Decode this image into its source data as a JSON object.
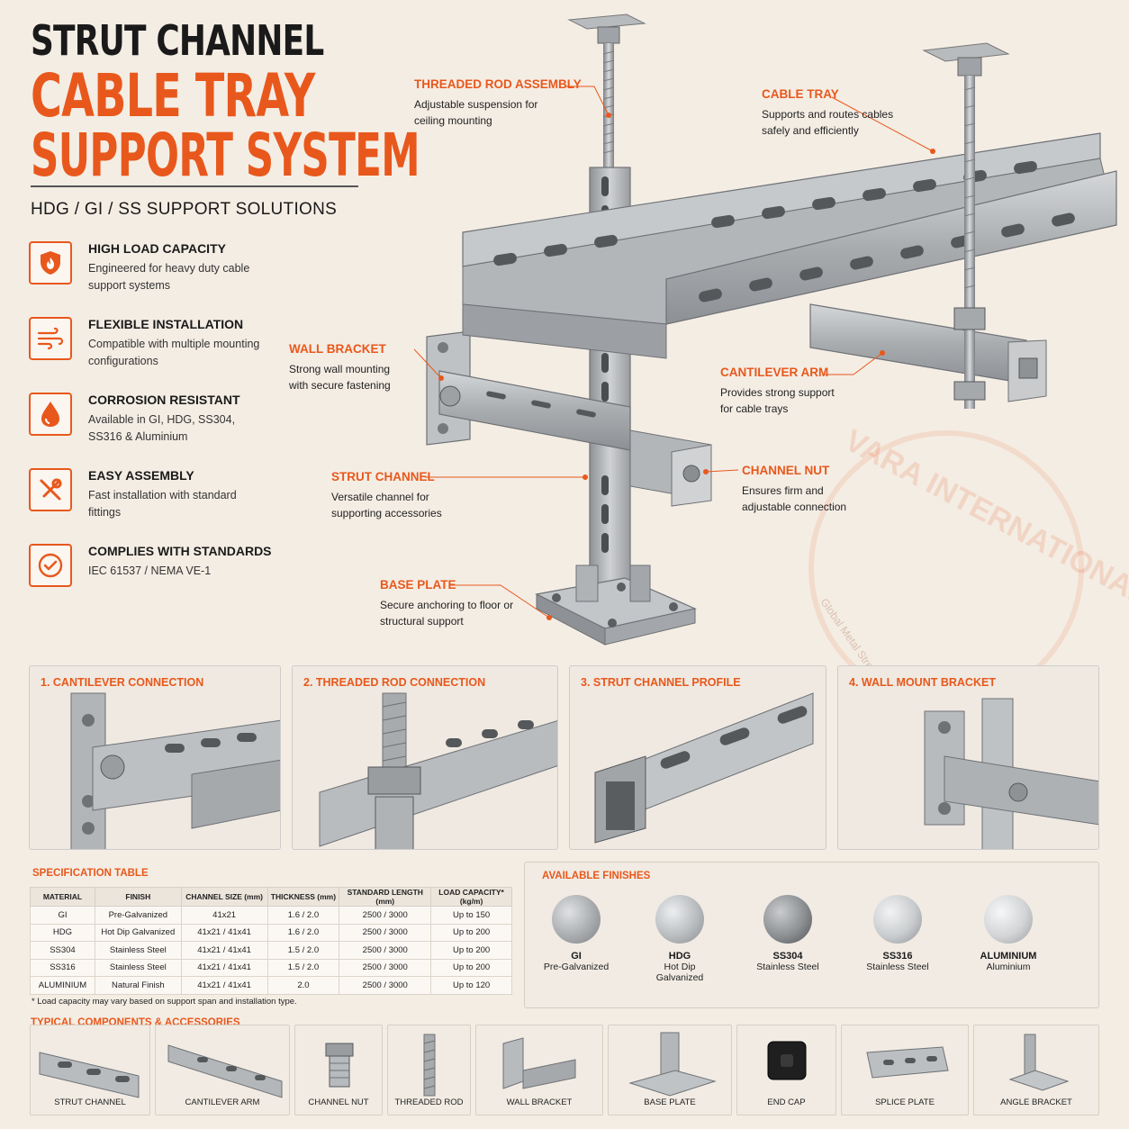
{
  "header": {
    "title_line1": "STRUT CHANNEL",
    "title_line2": "CABLE TRAY",
    "title_line3": "SUPPORT SYSTEM",
    "subtitle": "HDG / GI / SS SUPPORT SOLUTIONS"
  },
  "features": [
    {
      "icon": "shield-flame-icon",
      "title": "HIGH LOAD CAPACITY",
      "desc": "Engineered for heavy duty cable support systems"
    },
    {
      "icon": "wind-lines-icon",
      "title": "FLEXIBLE INSTALLATION",
      "desc": "Compatible with multiple mounting configurations"
    },
    {
      "icon": "drop-icon",
      "title": "CORROSION RESISTANT",
      "desc": "Available in GI, HDG, SS304, SS316 & Aluminium"
    },
    {
      "icon": "tools-icon",
      "title": "EASY ASSEMBLY",
      "desc": "Fast installation with standard fittings"
    },
    {
      "icon": "check-circle-icon",
      "title": "COMPLIES WITH STANDARDS",
      "desc": "IEC 61537 / NEMA VE-1"
    }
  ],
  "callouts": {
    "threaded_rod": {
      "title": "THREADED ROD ASSEMBLY",
      "desc": "Adjustable suspension for ceiling mounting"
    },
    "cable_tray": {
      "title": "CABLE TRAY",
      "desc": "Supports and routes cables safely and efficiently"
    },
    "wall_bracket": {
      "title": "WALL BRACKET",
      "desc": "Strong wall mounting with secure fastening"
    },
    "cantilever_arm": {
      "title": "CANTILEVER ARM",
      "desc": "Provides strong support for cable trays"
    },
    "strut_channel": {
      "title": "STRUT CHANNEL",
      "desc": "Versatile channel for supporting accessories"
    },
    "channel_nut": {
      "title": "CHANNEL NUT",
      "desc": "Ensures firm and adjustable connection"
    },
    "base_plate": {
      "title": "BASE PLATE",
      "desc": "Secure anchoring to floor or structural support"
    }
  },
  "watermark": {
    "name": "VARA INTERNATIONAL",
    "tagline": "Global Metal Strength, Trusted Worldwide"
  },
  "details": [
    {
      "title": "1. CANTILEVER CONNECTION"
    },
    {
      "title": "2. THREADED ROD CONNECTION"
    },
    {
      "title": "3. STRUT CHANNEL PROFILE"
    },
    {
      "title": "4. WALL MOUNT BRACKET"
    }
  ],
  "spec_table": {
    "title": "SPECIFICATION TABLE",
    "headers": [
      "MATERIAL",
      "FINISH",
      "CHANNEL SIZE (mm)",
      "THICKNESS (mm)",
      "STANDARD LENGTH (mm)",
      "LOAD CAPACITY* (kg/m)"
    ],
    "rows": [
      [
        "GI",
        "Pre-Galvanized",
        "41x21",
        "1.6 / 2.0",
        "2500 / 3000",
        "Up to 150"
      ],
      [
        "HDG",
        "Hot Dip Galvanized",
        "41x21 / 41x41",
        "1.6 / 2.0",
        "2500 / 3000",
        "Up to 200"
      ],
      [
        "SS304",
        "Stainless Steel",
        "41x21 / 41x41",
        "1.5 / 2.0",
        "2500 / 3000",
        "Up to 200"
      ],
      [
        "SS316",
        "Stainless Steel",
        "41x21 / 41x41",
        "1.5 / 2.0",
        "2500 / 3000",
        "Up to 200"
      ],
      [
        "ALUMINIUM",
        "Natural Finish",
        "41x21 / 41x41",
        "2.0",
        "2500 / 3000",
        "Up to 120"
      ]
    ],
    "note": "* Load capacity may vary based on support span and installation type."
  },
  "finishes": {
    "title": "AVAILABLE FINISHES",
    "items": [
      {
        "name": "GI",
        "sub": "Pre-Galvanized",
        "color": "#a9acaf"
      },
      {
        "name": "HDG",
        "sub": "Hot Dip Galvanized",
        "color": "#b9bcbf"
      },
      {
        "name": "SS304",
        "sub": "Stainless Steel",
        "color": "#8c8f92"
      },
      {
        "name": "SS316",
        "sub": "Stainless Steel",
        "color": "#c9ccce"
      },
      {
        "name": "ALUMINIUM",
        "sub": "Aluminium",
        "color": "#d2d4d6"
      }
    ]
  },
  "components": {
    "title": "TYPICAL COMPONENTS & ACCESSORIES",
    "items": [
      {
        "label": "STRUT CHANNEL"
      },
      {
        "label": "CANTILEVER ARM"
      },
      {
        "label": "CHANNEL NUT"
      },
      {
        "label": "THREADED ROD"
      },
      {
        "label": "WALL BRACKET"
      },
      {
        "label": "BASE PLATE"
      },
      {
        "label": "END CAP"
      },
      {
        "label": "SPLICE PLATE"
      },
      {
        "label": "ANGLE BRACKET"
      }
    ]
  },
  "colors": {
    "accent": "#e8581c",
    "background": "#f4ede4",
    "steel": "#b4b7ba"
  }
}
